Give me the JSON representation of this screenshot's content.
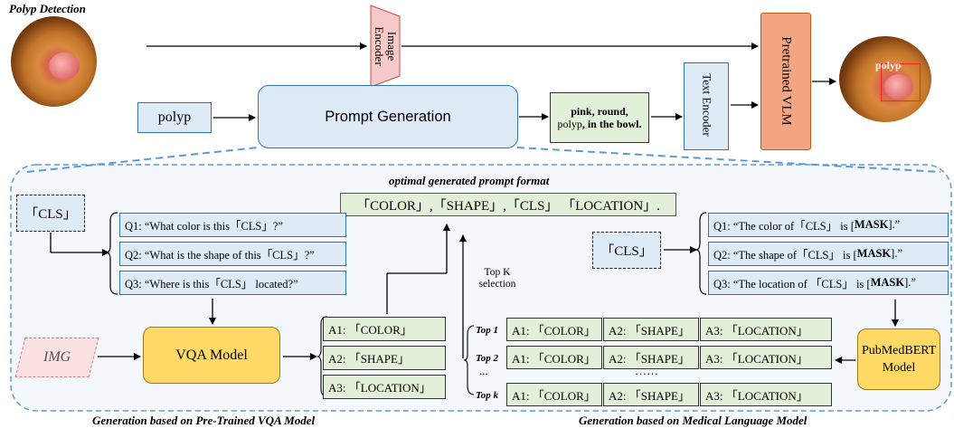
{
  "top": {
    "task_title": "Polyp Detection",
    "image_encoder": "Image Encoder",
    "text_encoder": "Text Encoder",
    "pretrained_vlm": "Pretrained VLM",
    "input_label": "polyp",
    "prompt_generation": "Prompt Generation",
    "generated_prompt": {
      "part1": "pink, round,",
      "part2": "polyp",
      "part3": ", in the bowl."
    },
    "output_tag": "polyp"
  },
  "panel": {
    "format_title": "optimal generated prompt format",
    "format": "「COLOR」,「SHAPE」,「CLS」 「LOCATION」.",
    "cls_left": "「CLS」",
    "cls_right": "「CLS」",
    "vqa_questions": [
      "Q1: “What color is this「CLS」?”",
      "Q2: “What is the shape of this「CLS」?”",
      "Q3: “Where is this「CLS」 located?”"
    ],
    "mlm_questions": [
      {
        "pre": "Q1: “The color of「CLS」 is [",
        "mask": "MASK",
        "post": "].”"
      },
      {
        "pre": "Q2: “The shape of「CLS」 is [",
        "mask": "MASK",
        "post": "].”"
      },
      {
        "pre": "Q3: “The location of 「CLS」 is [",
        "mask": "MASK",
        "post": "].”"
      }
    ],
    "img_label": "IMG",
    "vqa_model": "VQA Model",
    "vqa_answers": [
      "A1: 「COLOR」",
      "A2: 「SHAPE」",
      "A3: 「LOCATION」"
    ],
    "topk_selection": "Top K selection",
    "topk_rows": [
      {
        "label": "Top 1",
        "a1": "A1: 「COLOR」",
        "a2": "A2: 「SHAPE」",
        "a3": "A3: 「LOCATION」"
      },
      {
        "label": "Top 2",
        "a1": "A1: 「COLOR」",
        "a2": "A2: 「SHAPE」",
        "a3": "A3: 「LOCATION」"
      },
      {
        "label": "Top k",
        "a1": "A1: 「COLOR」",
        "a2": "A2: 「SHAPE」",
        "a3": "A3: 「LOCATION」"
      }
    ],
    "ellipsis_left": "...",
    "ellipsis_mid": "……",
    "pubmedbert": "PubMedBERT Model",
    "caption_left": "Generation based on Pre-Trained VQA Model",
    "caption_right": "Generation based on Medical Language Model"
  },
  "colors": {
    "blue_fill": "#deebf7",
    "blue_border": "#2e75b6",
    "green_fill": "#e2f0d9",
    "vlm_fill": "#f4a582",
    "encoder_pink": "#f8c9c9",
    "model_yellow": "#ffd966",
    "panel_fill": "#f4f7fc",
    "dash_blue": "#5b9bd5"
  }
}
